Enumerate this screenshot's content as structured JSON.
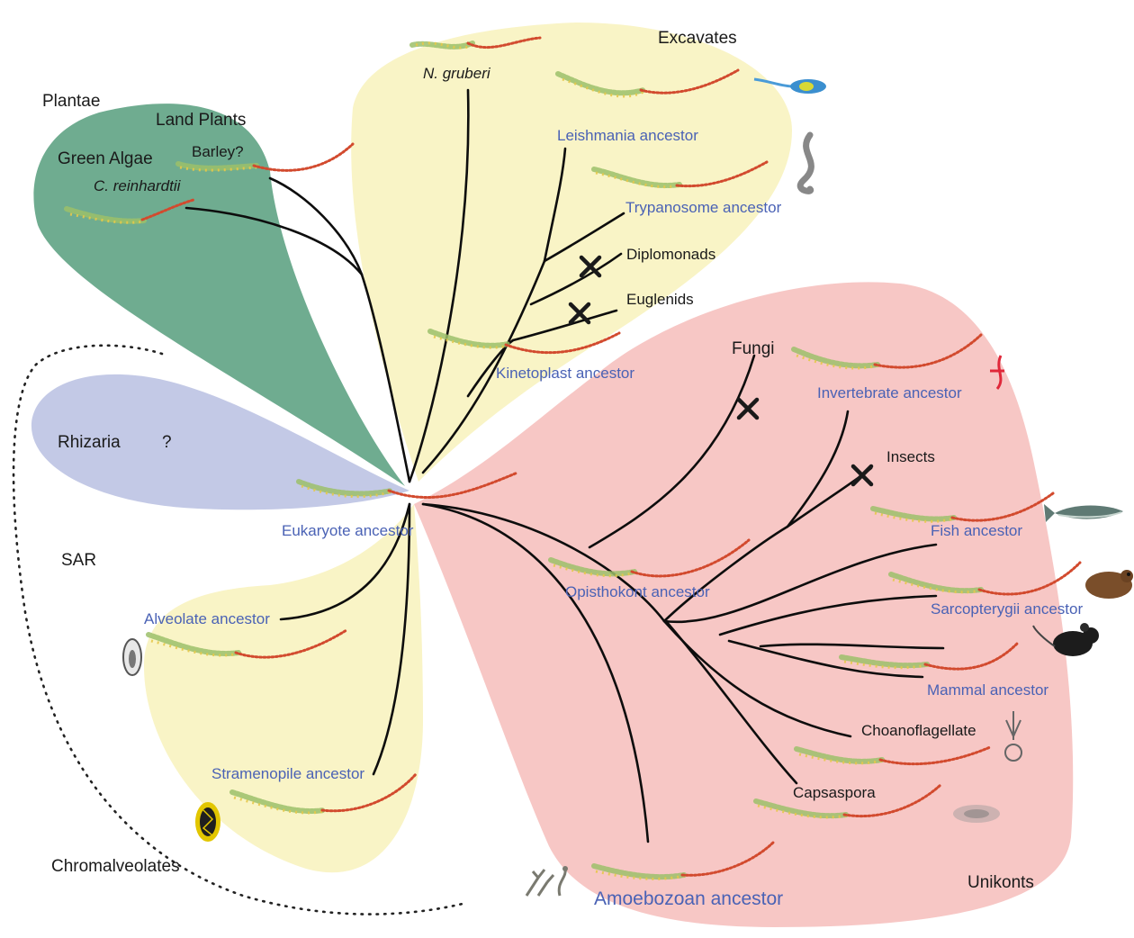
{
  "groups": {
    "plantae": "Plantae",
    "land_plants": "Land Plants",
    "green_algae": "Green Algae",
    "excavates": "Excavates",
    "rhizaria": "Rhizaria",
    "rhizaria_q": "?",
    "sar": "SAR",
    "chromalveolates": "Chromalveolates",
    "unikonts": "Unikonts",
    "fungi": "Fungi"
  },
  "species": {
    "barley": "Barley?",
    "c_reinhardtii": "C. reinhardtii",
    "n_gruberi": "N. gruberi",
    "diplomonads": "Diplomonads",
    "euglenids": "Euglenids",
    "insects": "Insects",
    "choanoflagellate": "Choanoflagellate",
    "capsaspora": "Capsaspora"
  },
  "ancestors": {
    "leishmania": "Leishmania ancestor",
    "trypanosome": "Trypanosome ancestor",
    "kinetoplast": "Kinetoplast ancestor",
    "eukaryote": "Eukaryote ancestor",
    "invertebrate": "Invertebrate ancestor",
    "fish": "Fish ancestor",
    "sarcopterygii": "Sarcopterygii ancestor",
    "mammal": "Mammal ancestor",
    "opisthokont": "Opisthokont ancestor",
    "alveolate": "Alveolate ancestor",
    "stramenopile": "Stramenopile ancestor",
    "amoebozoan": "Amoebozoan ancestor"
  },
  "colors": {
    "plantae": "#4f9a78",
    "excavates": "#f9f4c6",
    "rhizaria": "#c3c9e6",
    "sar": "#f9f4c6",
    "unikonts": "#f7c7c5",
    "ancestor_text": "#4a62b5",
    "branch": "#0d0d0d"
  },
  "icons": [
    "flagellate-icon",
    "trypanosome-icon",
    "planarian-icon",
    "fish-icon",
    "toad-icon",
    "mouse-icon",
    "choanoflagellate-icon",
    "capsaspora-icon",
    "slime-mold-icon",
    "ciliate-icon",
    "diatom-icon"
  ]
}
